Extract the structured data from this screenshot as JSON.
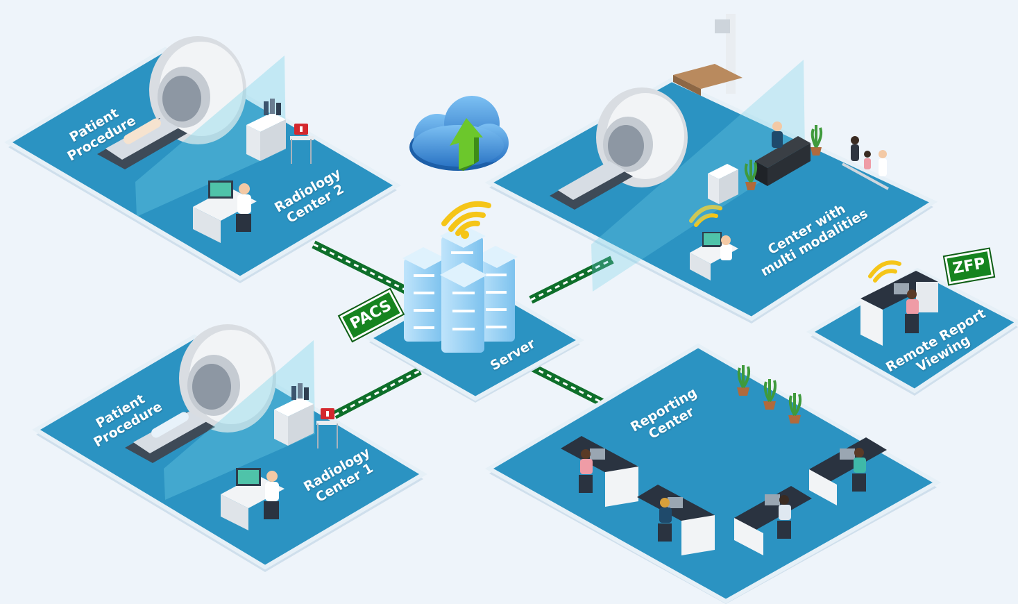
{
  "nodes": {
    "radiology_center_2": {
      "title_line1": "Radiology",
      "title_line2": "Center 2",
      "area_line1": "Patient",
      "area_line2": "Procedure"
    },
    "radiology_center_1": {
      "title_line1": "Radiology",
      "title_line2": "Center 1",
      "area_line1": "Patient",
      "area_line2": "Procedure"
    },
    "server": {
      "title": "Server",
      "sign": "PACS"
    },
    "multi_modality_center": {
      "title_line1": "Center with",
      "title_line2": "multi modalities"
    },
    "remote_report": {
      "title_line1": "Remote Report",
      "title_line2": "Viewing",
      "sign": "ZFP"
    },
    "reporting_center": {
      "title_line1": "Reporting",
      "title_line2": "Center"
    }
  },
  "icons": [
    "cloud-upload-icon",
    "wifi-icon",
    "server-rack-icon",
    "mri-scanner-icon",
    "workstation-icon",
    "plant-icon",
    "x-ray-machine-icon"
  ],
  "colors": {
    "platform_top": "#1f8ab8",
    "platform_edge": "#d8e6f1",
    "connector": "#0e6f2a",
    "sign_bg": "#16841f",
    "wifi": "#f5c518",
    "cloud": "#2f86d0",
    "arrow": "#68c22a"
  }
}
